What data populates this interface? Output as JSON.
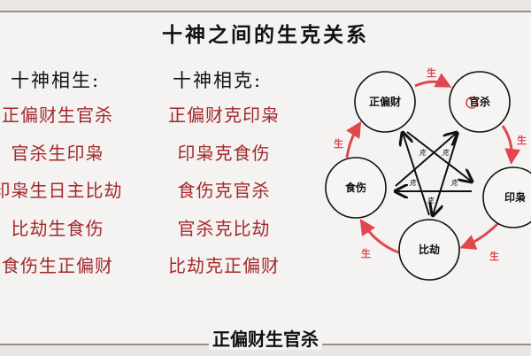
{
  "title": "十神之间的生克关系",
  "sheng": {
    "heading": "十神相生:",
    "items": [
      "正偏财生官杀",
      "官杀生印枭",
      "印枭生日主比劫",
      "比劫生食伤",
      "食伤生正偏财"
    ]
  },
  "ke": {
    "heading": "十神相克:",
    "items": [
      "正偏财克印枭",
      "印枭克食伤",
      "食伤克官杀",
      "官杀克比劫",
      "比劫克正偏财"
    ]
  },
  "diagram": {
    "nodes": [
      "正偏财",
      "官杀",
      "印枭",
      "比劫",
      "食伤"
    ],
    "sheng_label": "生",
    "ke_label": "克",
    "sheng_color": "#e0474f",
    "ke_color": "#111111"
  },
  "caption": "正偏财生官杀",
  "colors": {
    "list_text": "#a3282c"
  }
}
